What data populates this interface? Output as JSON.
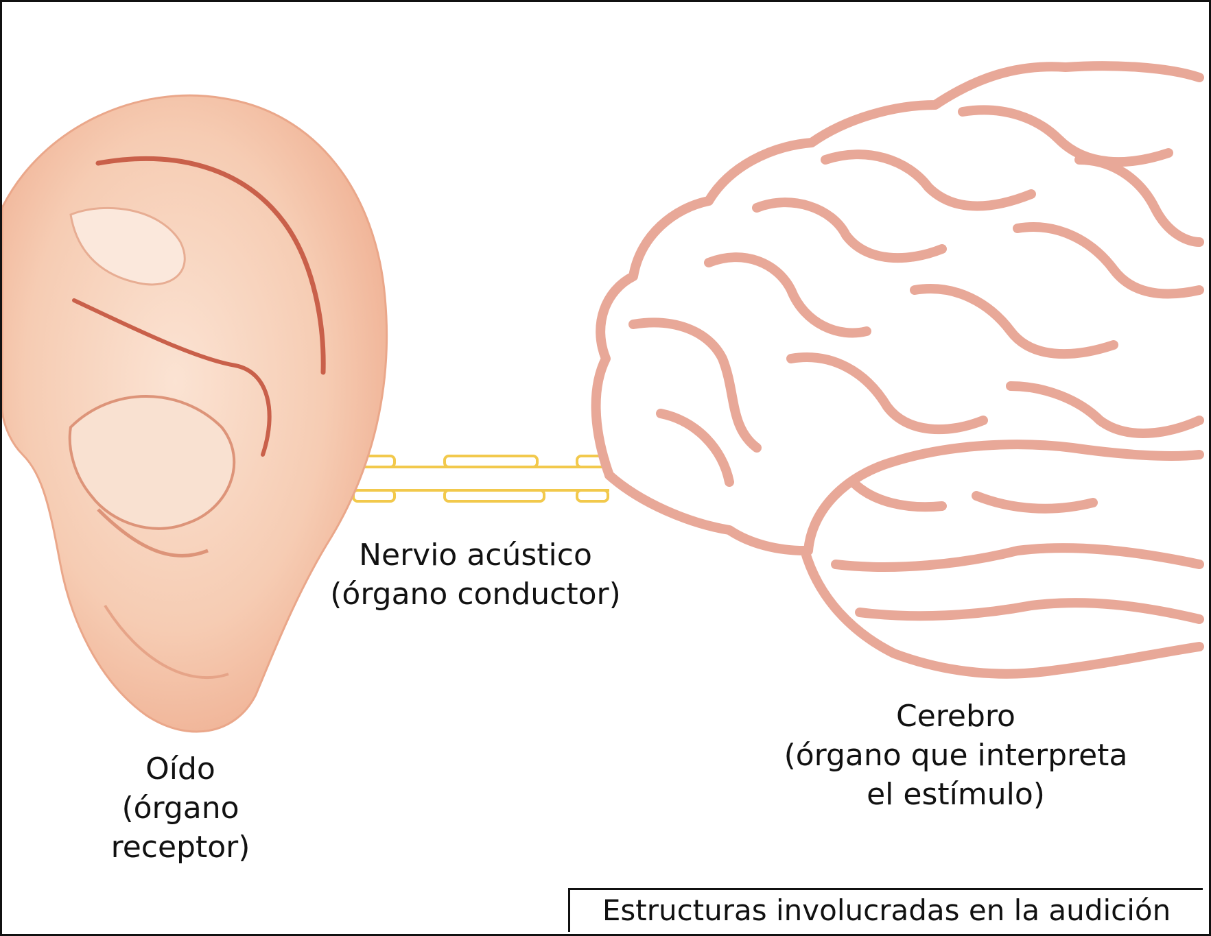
{
  "labels": {
    "ear": {
      "line1": "Oído",
      "line2": "(órgano",
      "line3": "receptor)"
    },
    "nerve": {
      "line1": "Nervio acústico",
      "line2": "(órgano conductor)"
    },
    "brain": {
      "line1": "Cerebro",
      "line2": "(órgano que interpreta",
      "line3": "el estímulo)"
    }
  },
  "caption": "Estructuras involucradas en la audición",
  "colors": {
    "ear_skin": "#f4c2a4",
    "ear_shadow": "#d9876a",
    "brain_outline": "#e8a898",
    "nerve": "#f2c94c",
    "border": "#111111"
  }
}
